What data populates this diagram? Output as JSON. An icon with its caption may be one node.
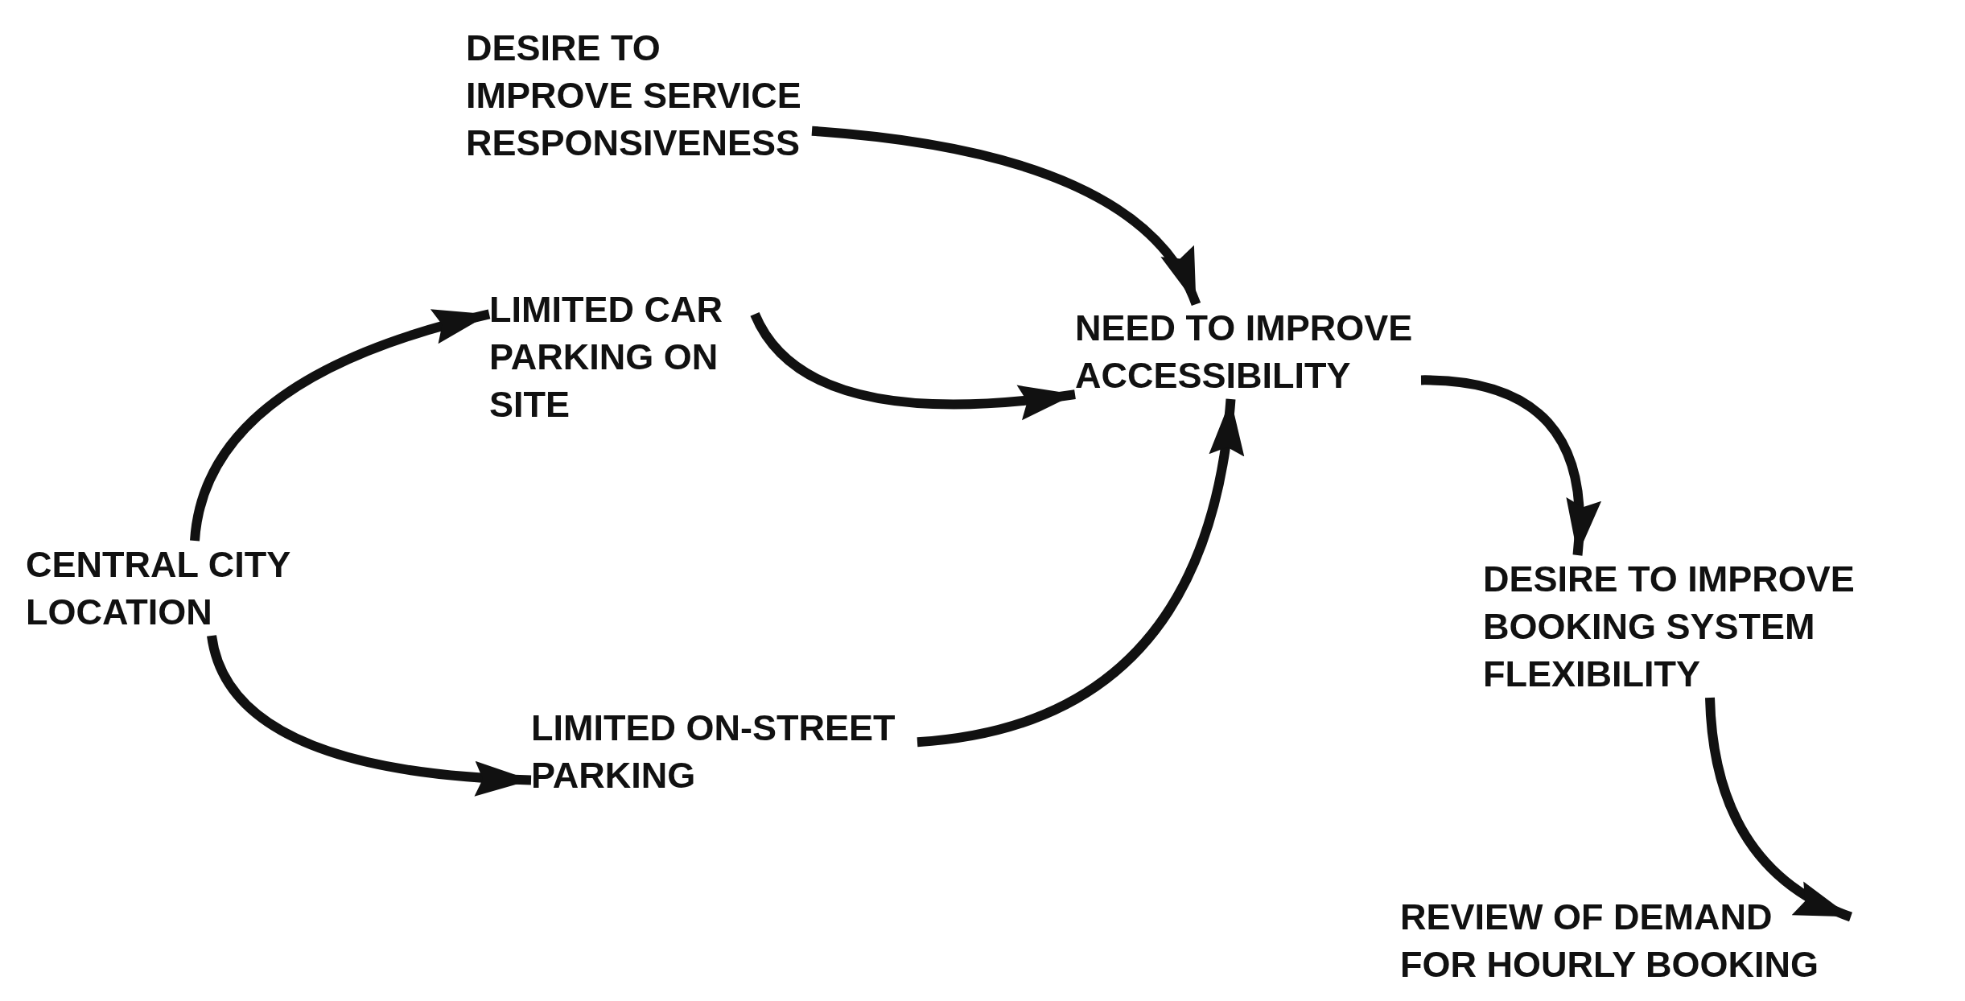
{
  "diagram": {
    "nodes": [
      {
        "text": [
          "DESIRE TO IMPROVE SERVICE RESPONSIVENESS"
        ]
      },
      {
        "text": [
          "LIMITED CAR PARKING ON SITE"
        ]
      },
      {
        "text": [
          "NEED TO IMPROVE ACCESSIBILITY"
        ]
      },
      {
        "text": [
          "CENTRAL CITY LOCATION"
        ]
      },
      {
        "text": [
          "LIMITED ON-STREET PARKING"
        ]
      },
      {
        "text": [
          "DESIRE TO IMPROVE BOOKING SYSTEM FLEXIBILITY"
        ]
      },
      {
        "text": [
          "REVIEW OF DEMAND FOR HOURLY BOOKING"
        ]
      }
    ],
    "edges": [
      {
        "from": 0,
        "to": 2,
        "arrow": "to"
      },
      {
        "from": 1,
        "to": 2,
        "arrow": "to"
      },
      {
        "from": 3,
        "to": 1,
        "arrow": "to"
      },
      {
        "from": 3,
        "to": 4,
        "arrow": "to"
      },
      {
        "from": 4,
        "to": 2,
        "arrow": "to"
      },
      {
        "from": 2,
        "to": 5,
        "arrow": "to"
      },
      {
        "from": 5,
        "to": 6,
        "arrow": "to"
      }
    ]
  }
}
